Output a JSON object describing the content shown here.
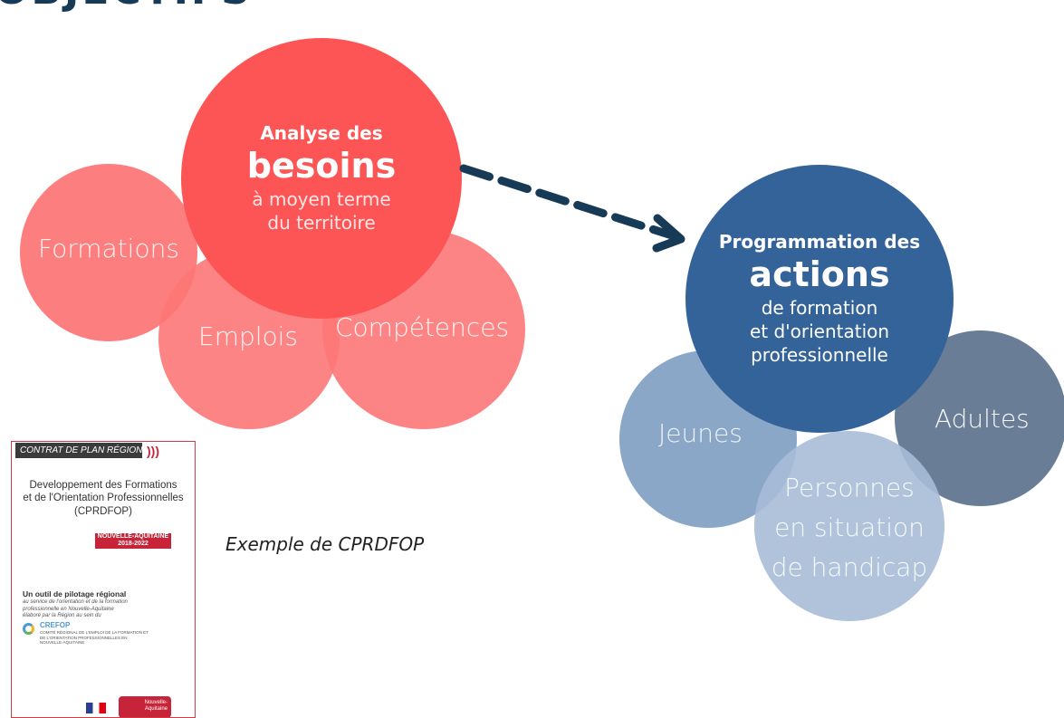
{
  "header": {
    "title": "OBJECTIFS"
  },
  "needs_cluster": {
    "main": {
      "line1": "Analyse des",
      "line2": "besoins",
      "line3": "à moyen terme",
      "line4": "du territoire"
    },
    "satellites": {
      "formations": "Formations",
      "emplois": "Emplois",
      "competences": "Compétences"
    }
  },
  "actions_cluster": {
    "main": {
      "line1": "Programmation des",
      "line2": "actions",
      "line3": "de formation",
      "line4": "et d'orientation",
      "line5": "professionnelle"
    },
    "satellites": {
      "jeunes": "Jeunes",
      "adultes": "Adultes",
      "handicap_l1": "Personnes",
      "handicap_l2": "en situation",
      "handicap_l3": "de handicap"
    }
  },
  "document": {
    "header": "CONTRAT DE PLAN RÉGIONAL",
    "title_l1": "Developpement des Formations",
    "title_l2": "et de l'Orientation Professionnelles",
    "title_l3": "(CPRDFOP)",
    "region_l1": "NOUVELLE-AQUITAINE",
    "region_l2": "2018-2022",
    "tool_title": "Un outil de pilotage régional",
    "tool_sub_l1": "au service de l'orientation et de la formation",
    "tool_sub_l2": "professionnelle en Nouvelle-Aquitaine",
    "tool_sub_l3": "élaboré par la Région au sein du",
    "crefop_name": "CREFOP",
    "crefop_desc": "COMITÉ RÉGIONAL DE L'EMPLOI DE LA FORMATION ET DE L'ORIENTATION PROFESSIONNELLES EN NOUVELLE-AQUITAINE",
    "na_logo_l1": "Nouvelle-",
    "na_logo_l2": "Aquitaine"
  },
  "caption": "Exemple de CPRDFOP",
  "colors": {
    "title": "#173a57",
    "red_main": "#fd5555",
    "red_light": "#fd7777",
    "blue_main": "#34639a",
    "blue_light": "#7e9dc2",
    "blue_dark": "#5a6f8c",
    "blue_pale": "#a7bcd7",
    "arrow": "#173a57"
  },
  "icons": [
    "dashed-arrow-icon",
    "sound-waves-icon",
    "crefop-logo-icon",
    "french-flag-icon",
    "nouvelle-aquitaine-logo-icon"
  ]
}
